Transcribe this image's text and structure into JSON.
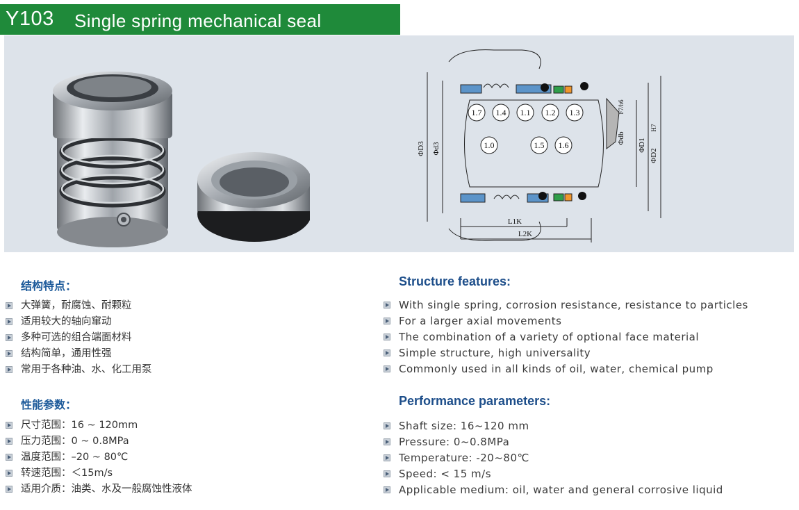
{
  "header": {
    "code": "Y103",
    "title": "Single spring mechanical seal"
  },
  "drawing": {
    "part_numbers": [
      "1.7",
      "1.4",
      "1.1",
      "1.2",
      "1.3",
      "1.0",
      "1.5",
      "1.6"
    ],
    "dimensions": {
      "D3": "ΦD3",
      "d3": "Φd3",
      "db": "Φdb",
      "fit_db": "F7/h6",
      "D1": "ΦD1",
      "D2": "ΦD2",
      "fit_D2": "H7",
      "L1K": "L1K",
      "L2K": "L2K"
    }
  },
  "cn": {
    "structure_heading": "结构特点：",
    "structure_items": [
      "大弹簧，耐腐蚀、耐颗粒",
      "适用较大的轴向窜动",
      "多种可选的组合端面材料",
      "结构简单，通用性强",
      "常用于各种油、水、化工用泵"
    ],
    "performance_heading": "性能参数：",
    "performance_items": [
      "尺寸范围：16 ~ 120mm",
      "压力范围：0 ~ 0.8MPa",
      "温度范围：–20 ~ 80℃",
      "转速范围：＜15m/s",
      "适用介质：油类、水及一般腐蚀性液体"
    ]
  },
  "en": {
    "structure_heading": "Structure features:",
    "structure_items": [
      "With single spring, corrosion resistance, resistance to particles",
      "For a larger axial movements",
      "The combination of a variety of optional face material",
      "Simple structure, high universality",
      "Commonly used in all kinds of oil, water, chemical pump"
    ],
    "performance_heading": "Performance parameters:",
    "performance_items": [
      "Shaft size: 16~120 mm",
      "Pressure: 0~0.8MPa",
      "Temperature: -20~80℃",
      "Speed: < 15 m/s",
      "Applicable medium: oil, water and general corrosive liquid"
    ]
  },
  "colors": {
    "header_bg": "#1f8a3a",
    "panel_bg": "#dde3ea",
    "heading": "#1d4e8a",
    "part_blue": "#5c94c9",
    "part_green": "#2f9e4a",
    "part_orange": "#f0962c"
  }
}
